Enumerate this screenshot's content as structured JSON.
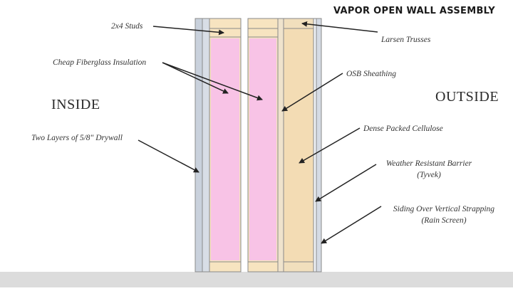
{
  "title": "VAPOR OPEN WALL ASSEMBLY",
  "sides": {
    "inside": "INSIDE",
    "outside": "OUTSIDE"
  },
  "labels": {
    "studs": "2x4 Studs",
    "insulation": "Cheap Fiberglass Insulation",
    "drywall": "Two Layers of 5/8\" Drywall",
    "trusses": "Larsen Trusses",
    "osb": "OSB Sheathing",
    "cellulose": "Dense Packed Cellulose",
    "wrb_line1": "Weather Resistant Barrier",
    "wrb_line2": "(Tyvek)",
    "siding_line1": "Siding Over Vertical Strapping",
    "siding_line2": "(Rain Screen)"
  },
  "colors": {
    "drywall": "#c9d1dc",
    "stud_wood": "#f7e4c0",
    "insulation": "#f8c3e6",
    "cellulose": "#f3dcb4",
    "siding": "#d5dbe4",
    "ground": "#dcdcdc",
    "outline": "#8a8a8a",
    "arrow": "#222222"
  }
}
